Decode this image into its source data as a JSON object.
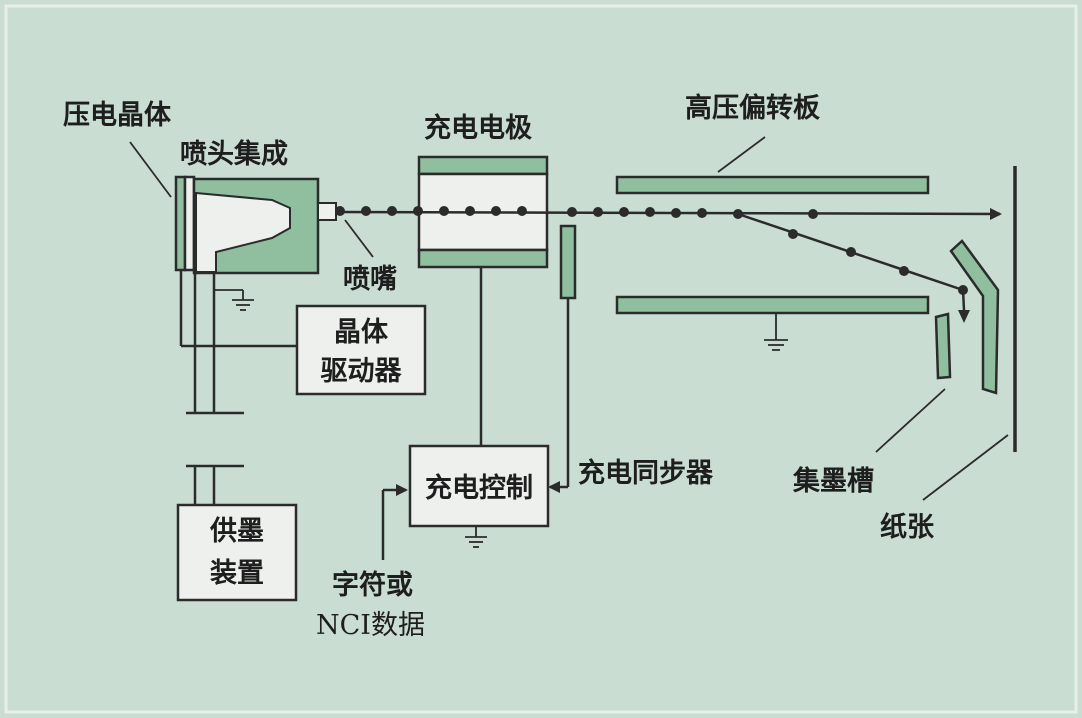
{
  "labels": {
    "piezo_crystal": "压电晶体",
    "nozzle_assembly": "喷头集成",
    "nozzle": "喷嘴",
    "charge_electrode": "充电电极",
    "hv_deflection_plate": "高压偏转板",
    "crystal_driver_line1": "晶体",
    "crystal_driver_line2": "驱动器",
    "charge_control": "充电控制",
    "charge_sync": "充电同步器",
    "ink_supply_line1": "供墨",
    "ink_supply_line2": "装置",
    "char_data_line1": "字符或",
    "char_data_line2": "NCI数据",
    "ink_gutter": "集墨槽",
    "paper": "纸张"
  },
  "colors": {
    "background": "#c9ddd3",
    "component_green": "#8fbf9f",
    "box_fill": "#eef0ee",
    "line": "#2b2b2b"
  }
}
